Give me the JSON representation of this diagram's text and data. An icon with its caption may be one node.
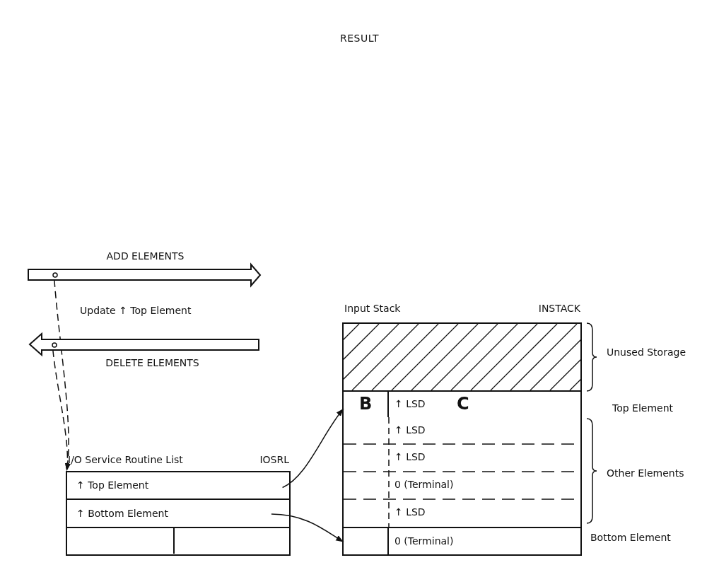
{
  "diagram": {
    "title": "RESULT",
    "nodes": [
      {
        "text": [
          "ADD ELEMENTS"
        ]
      },
      {
        "text": [
          "DELETE ELEMENTS"
        ]
      },
      {
        "text": [
          "I/O Service Routine List",
          "IOSRL"
        ]
      },
      {
        "text": [
          "↑ Top Element"
        ],
        "in": 2
      },
      {
        "text": [
          "↑ Bottom Element"
        ],
        "in": 2
      },
      {
        "text": [
          "Input Stack",
          "INSTACK"
        ]
      },
      {
        "text": [
          "B",
          "↑ LSD",
          "C"
        ],
        "in": 5
      },
      {
        "text": [
          "↑ LSD"
        ],
        "in": 5
      },
      {
        "text": [
          "↑ LSD"
        ],
        "in": 5
      },
      {
        "text": [
          "0 (Terminal)"
        ],
        "in": 5
      },
      {
        "text": [
          "↑ LSD"
        ],
        "in": 5
      },
      {
        "text": [
          "0 (Terminal)"
        ],
        "in": 5
      }
    ],
    "edges": [
      {
        "from": 0,
        "to": 2,
        "arrow": "to",
        "style": "dashed"
      },
      {
        "from": 1,
        "to": 2,
        "arrow": "to",
        "style": "dashed"
      },
      {
        "from": 3,
        "to": 6,
        "arrow": "to"
      },
      {
        "from": 4,
        "to": 11,
        "arrow": "to"
      }
    ],
    "labels": [
      "Update ↑ Top Element",
      "Unused Storage",
      "Top Element",
      "Other Elements",
      "Bottom Element"
    ]
  }
}
